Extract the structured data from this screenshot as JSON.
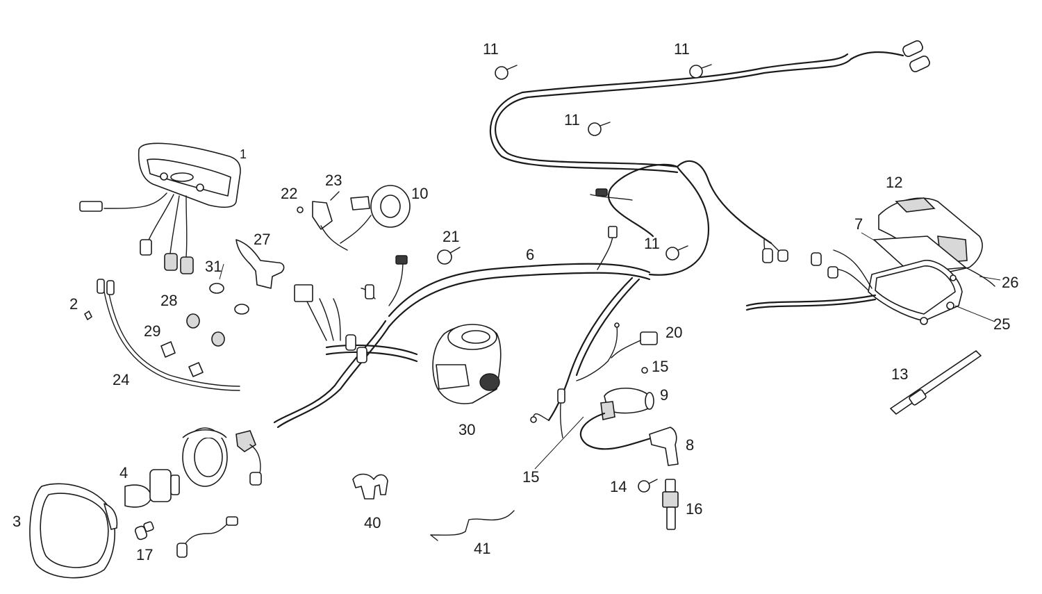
{
  "callouts": {
    "c1": "1",
    "c2": "2",
    "c3": "3",
    "c4": "4",
    "c6": "6",
    "c7": "7",
    "c8": "8",
    "c9": "9",
    "c10": "10",
    "c11a": "11",
    "c11b": "11",
    "c11c": "11",
    "c11d": "11",
    "c12": "12",
    "c13": "13",
    "c14": "14",
    "c15a": "15",
    "c15b": "15",
    "c16": "16",
    "c17": "17",
    "c20": "20",
    "c21": "21",
    "c22": "22",
    "c23": "23",
    "c24": "24",
    "c25": "25",
    "c26": "26",
    "c27": "27",
    "c28": "28",
    "c29": "29",
    "c30": "30",
    "c31": "31",
    "c40": "40",
    "c41": "41"
  }
}
